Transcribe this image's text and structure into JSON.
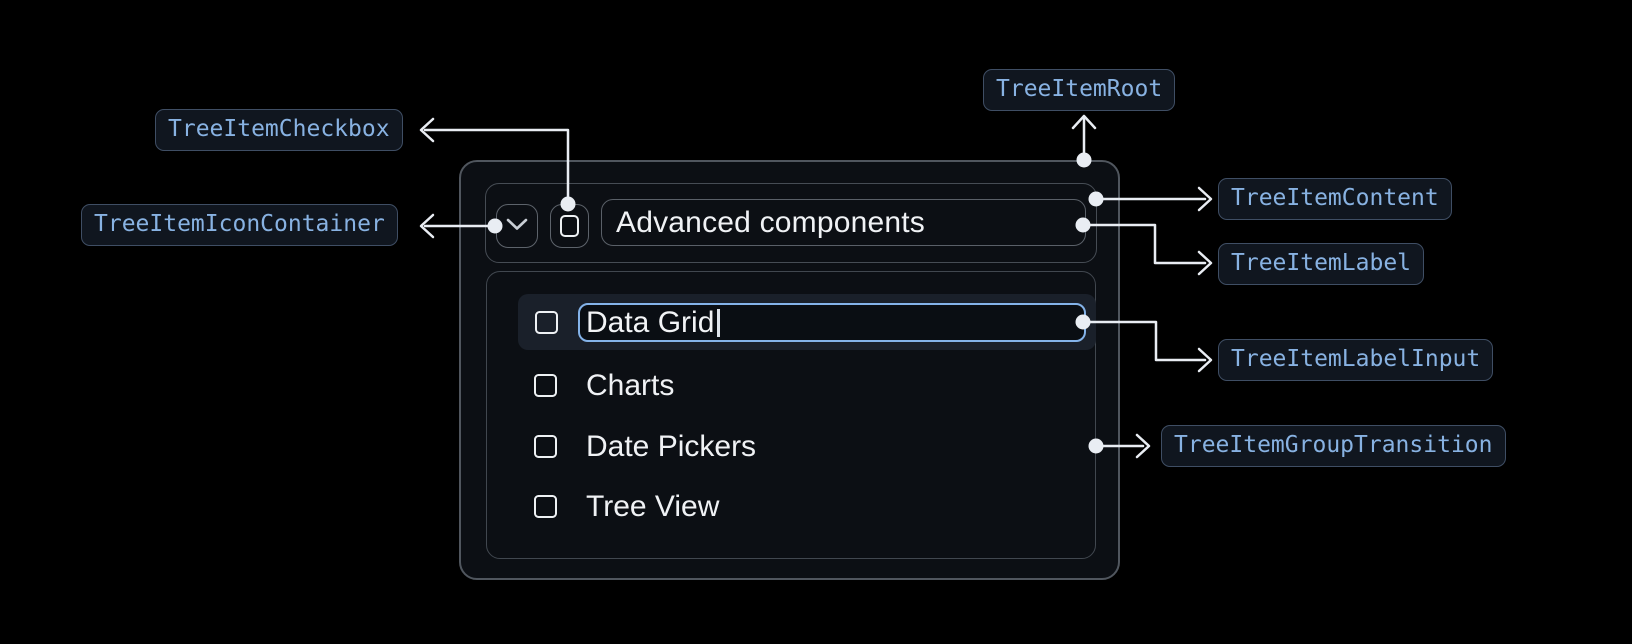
{
  "diagram": {
    "callouts": {
      "checkbox": "TreeItemCheckbox",
      "icon_container": "TreeItemIconContainer",
      "root": "TreeItemRoot",
      "content": "TreeItemContent",
      "label": "TreeItemLabel",
      "label_input": "TreeItemLabelInput",
      "group_transition": "TreeItemGroupTransition"
    }
  },
  "tree": {
    "parent": {
      "label": "Advanced components",
      "state": "expanded",
      "checkbox": "unchecked"
    },
    "editing_item": {
      "value": "Data Grid",
      "checkbox": "unchecked",
      "editing": true
    },
    "items": [
      {
        "label": "Charts",
        "checkbox": "unchecked"
      },
      {
        "label": "Date Pickers",
        "checkbox": "unchecked"
      },
      {
        "label": "Tree View",
        "checkbox": "unchecked"
      }
    ]
  },
  "colors": {
    "background": "#000000",
    "panel_bg": "#0c0f14",
    "panel_border": "#50565e",
    "inner_border": "#41474f",
    "control_border": "#5d636b",
    "row_highlight": "#1a202a",
    "input_focus_border": "#84b3e9",
    "text_primary": "#f0f2f5",
    "badge_text": "#88b2e2",
    "badge_bg": "#10161f",
    "badge_border": "#3f4e64",
    "wire": "#e9edf3"
  }
}
